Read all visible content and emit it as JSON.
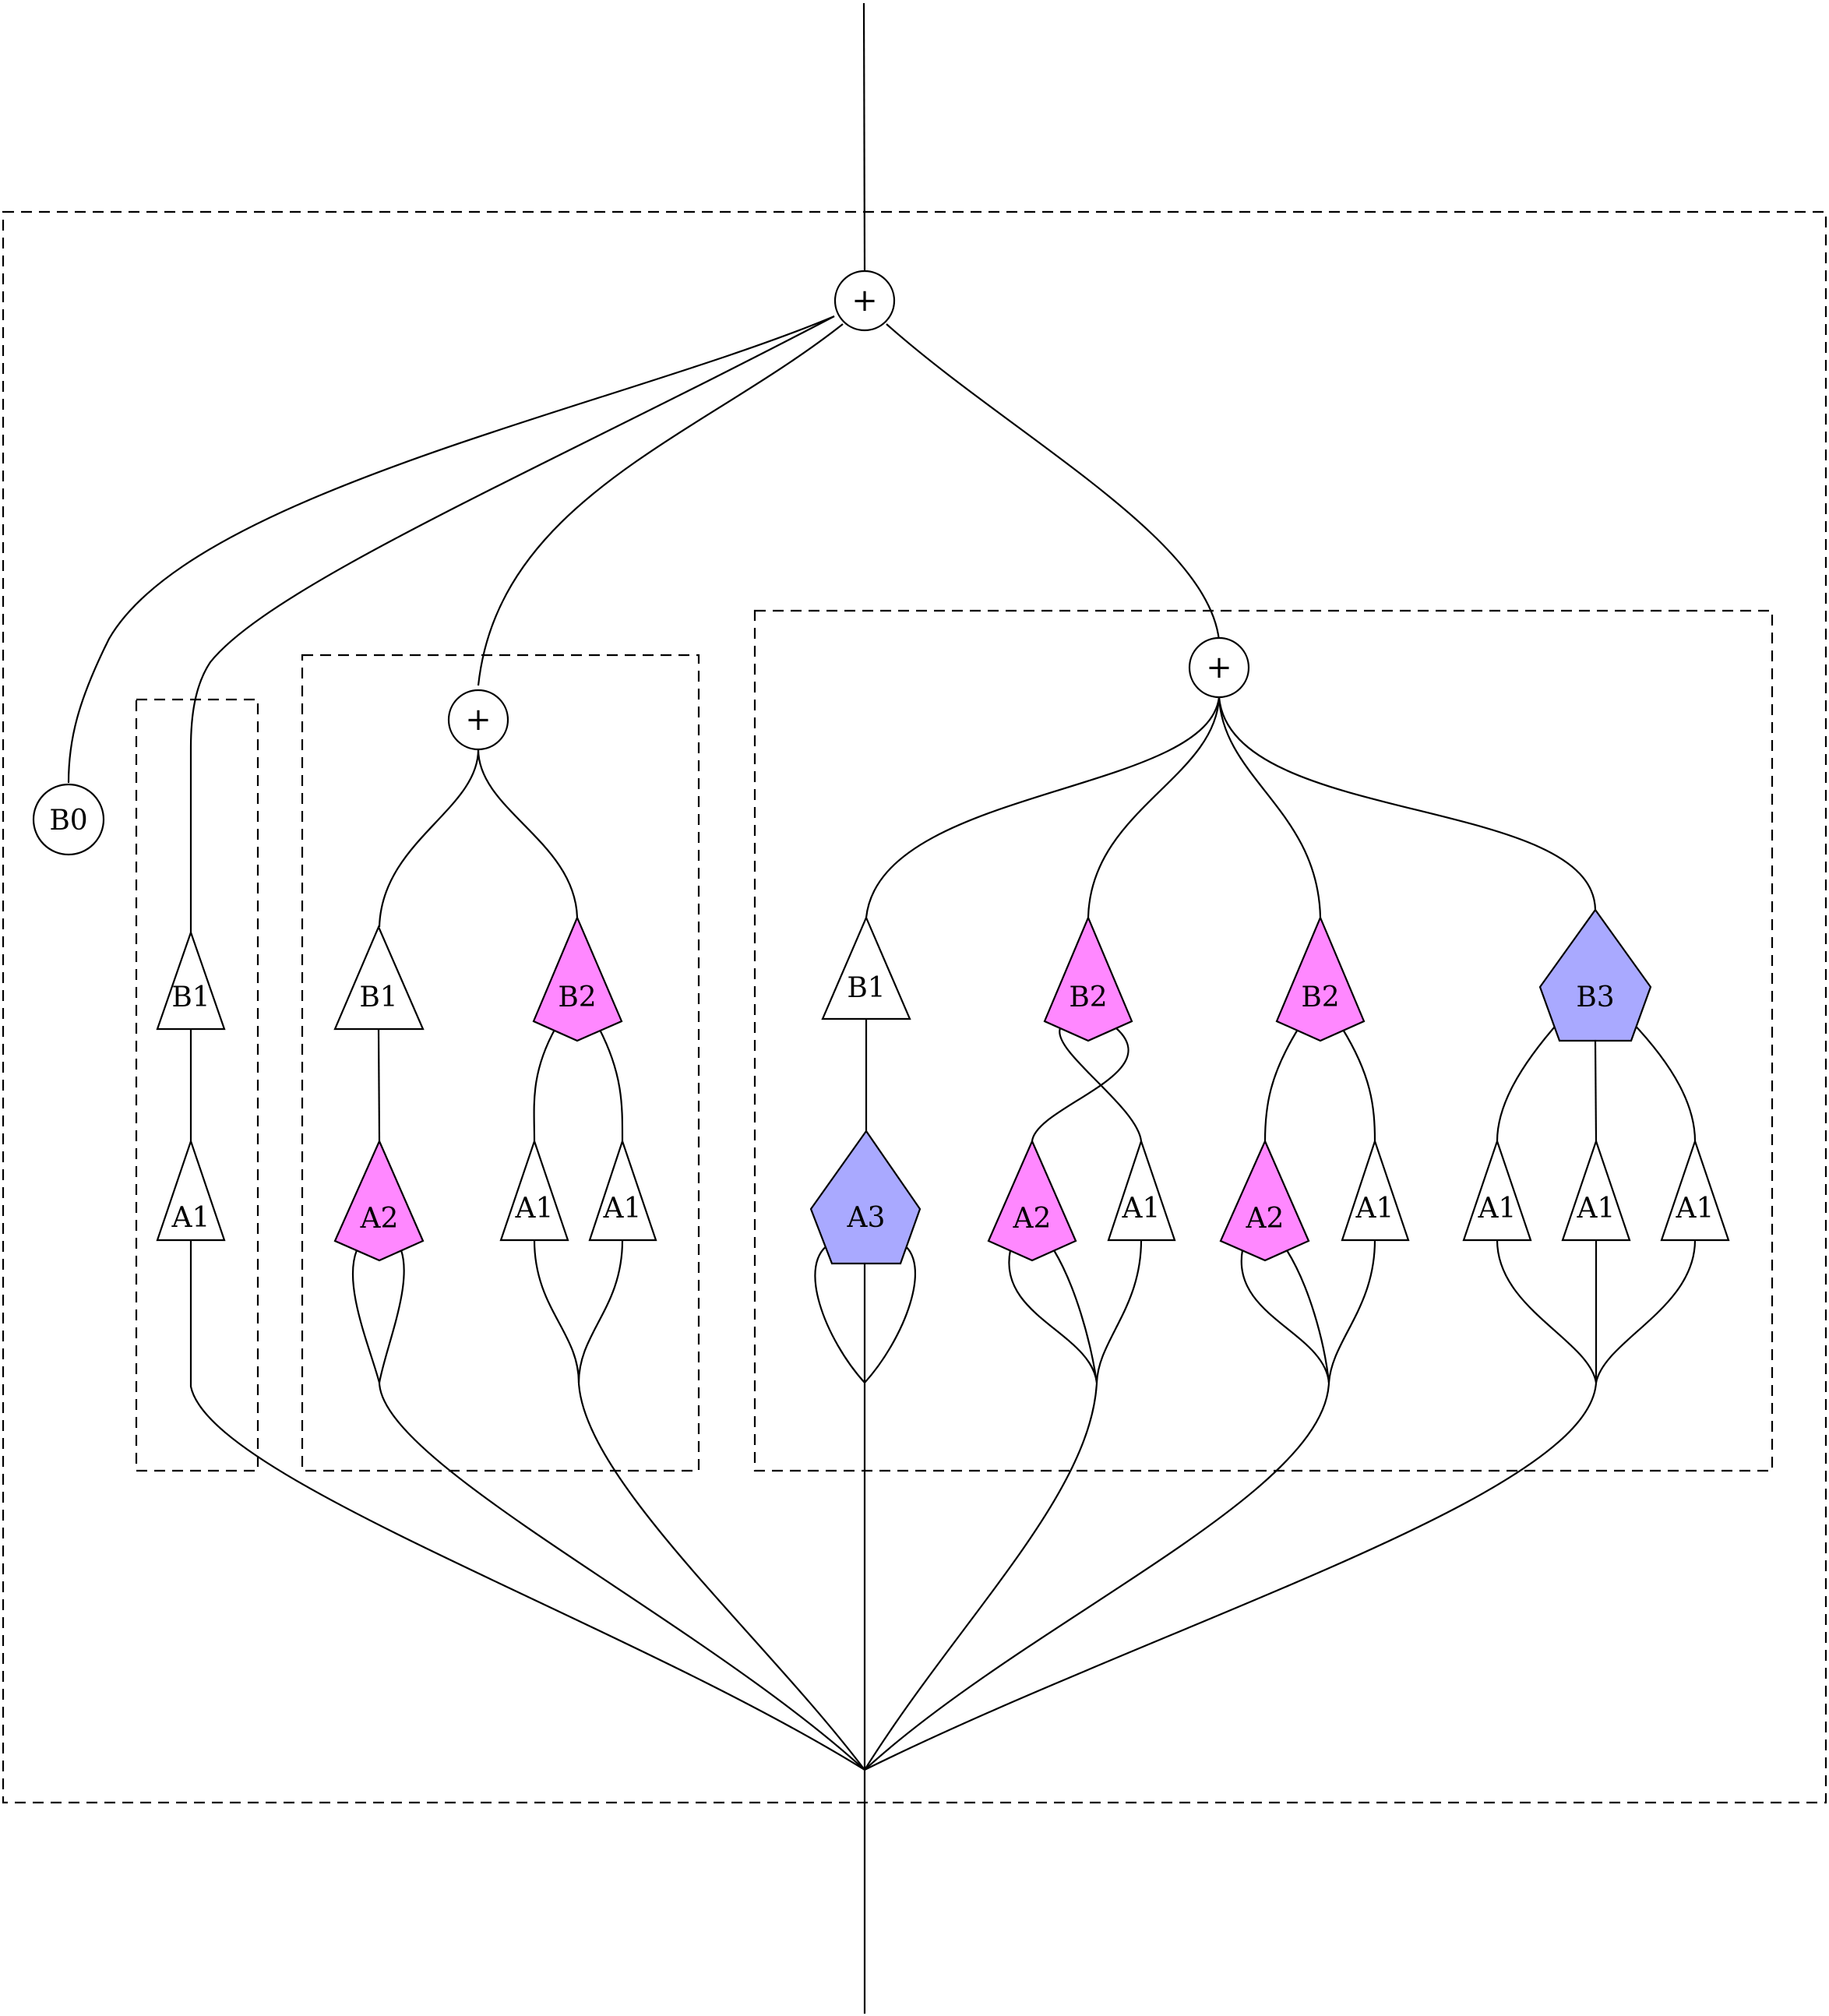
{
  "diagram": {
    "sum_symbol": "+",
    "colors": {
      "stroke": "#000000",
      "b2_a2_fill": "#ff88ff",
      "b3_a3_fill": "#a9a9ff",
      "plain_fill": "#ffffff"
    },
    "nodes": {
      "top_sum": "+",
      "b0": "B0",
      "g1_b1": "B1",
      "g1_a1": "A1",
      "g2_sum": "+",
      "g2_b1": "B1",
      "g2_a2": "A2",
      "g2_b2": "B2",
      "g2_a1_left": "A1",
      "g2_a1_right": "A1",
      "g3_sum": "+",
      "g3_b1": "B1",
      "g3_a3": "A3",
      "g3_b2_first": "B2",
      "g3_a2_first": "A2",
      "g3_a1_first": "A1",
      "g3_b2_second": "B2",
      "g3_a2_second": "A2",
      "g3_a1_second": "A1",
      "g3_b3": "B3",
      "g3_a1_left": "A1",
      "g3_a1_middle": "A1",
      "g3_a1_right": "A1"
    }
  }
}
